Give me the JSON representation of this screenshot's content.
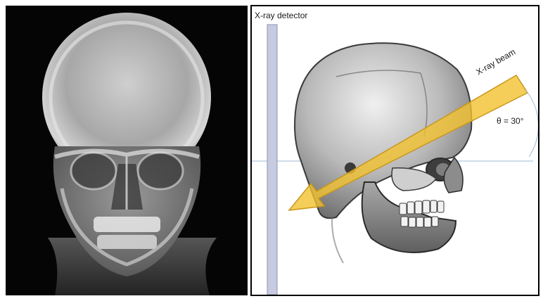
{
  "left_image": {
    "kind": "radiograph",
    "subject": "frontal skull x-ray"
  },
  "right_diagram": {
    "detector_label": "X-ray detector",
    "beam_label": "X-ray beam",
    "angle_label": "θ = 30°",
    "angle_degrees": 30,
    "colors": {
      "beam_fill": "#f2c230",
      "beam_stroke": "#c9961a",
      "detector_fill": "#c7cbe0",
      "detector_stroke": "#8d93b3",
      "reference_line": "#9fb8d4"
    }
  }
}
